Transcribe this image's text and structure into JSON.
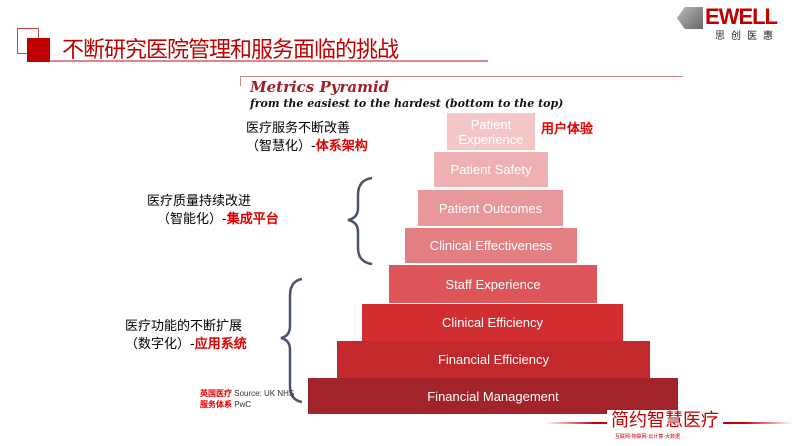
{
  "header": {
    "title": "不断研究医院管理和服务面临的挑战",
    "logo_text": "EWELL",
    "logo_sub": "思创医惠"
  },
  "pyramid": {
    "title": "Metrics Pyramid",
    "subtitle": "from the easiest to the hardest (bottom to the top)",
    "layers": [
      {
        "label": "Patient Experience",
        "color": "#f3c6c8"
      },
      {
        "label": "Patient Safety",
        "color": "#eeb0b3"
      },
      {
        "label": "Patient Outcomes",
        "color": "#e8979a"
      },
      {
        "label": "Clinical Effectiveness",
        "color": "#e37f83"
      },
      {
        "label": "Staff Experience",
        "color": "#dd5559"
      },
      {
        "label": "Clinical Efficiency",
        "color": "#d22d31"
      },
      {
        "label": "Financial Efficiency",
        "color": "#c3282d"
      },
      {
        "label": "Financial Management",
        "color": "#a3232a"
      }
    ]
  },
  "annotations": {
    "top": {
      "line1": "医疗服务不断改善",
      "line2a": "（智慧化）-",
      "line2b": "体系架构",
      "side": "用户体验"
    },
    "middle": {
      "line1": "医疗质量持续改进",
      "line2a": "（智能化）-",
      "line2b": "集成平台"
    },
    "bottom": {
      "line1": "医疗功能的不断扩展",
      "line2a": "（数字化）-",
      "line2b": "应用系统"
    }
  },
  "source": {
    "cn1": "英国医疗",
    "en1": "Source: UK NHS",
    "cn2": "服务体系",
    "en2": "PwC"
  },
  "footer": {
    "brand": "简约智慧医疗",
    "tagline": "互联网·物联网·云计算·大数据"
  }
}
